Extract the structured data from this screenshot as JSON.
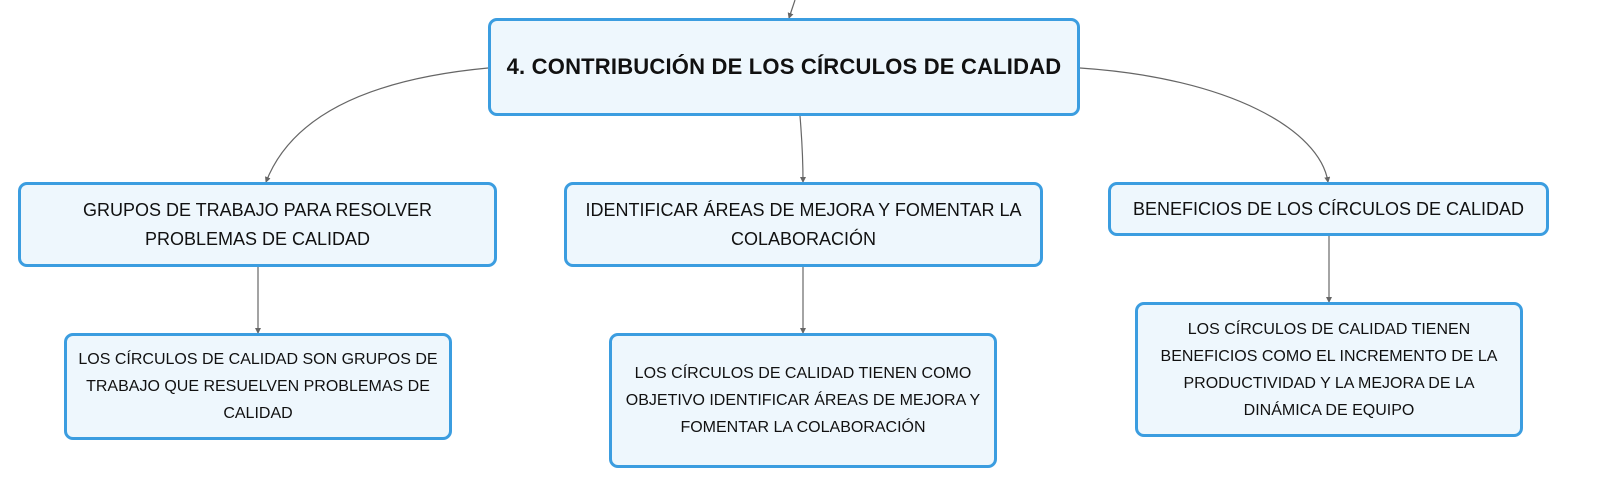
{
  "root": {
    "label": "4. CONTRIBUCIÓN DE LOS CÍRCULOS DE CALIDAD"
  },
  "branches": [
    {
      "label": "GRUPOS DE TRABAJO PARA RESOLVER PROBLEMAS DE CALIDAD",
      "detail": "LOS CÍRCULOS DE CALIDAD SON GRUPOS DE TRABAJO QUE RESUELVEN PROBLEMAS DE CALIDAD"
    },
    {
      "label": "IDENTIFICAR ÁREAS DE MEJORA Y FOMENTAR LA COLABORACIÓN",
      "detail": "LOS CÍRCULOS DE CALIDAD TIENEN COMO OBJETIVO IDENTIFICAR ÁREAS DE MEJORA Y FOMENTAR LA COLABORACIÓN"
    },
    {
      "label": "BENEFICIOS DE LOS CÍRCULOS DE CALIDAD",
      "detail": "LOS CÍRCULOS DE CALIDAD TIENEN BENEFICIOS COMO EL INCREMENTO DE LA PRODUCTIVIDAD Y LA MEJORA DE LA DINÁMICA DE EQUIPO"
    }
  ],
  "colors": {
    "node_border": "#3b9de0",
    "node_fill": "#eef7fd",
    "connector": "#666666",
    "text": "#111111"
  }
}
